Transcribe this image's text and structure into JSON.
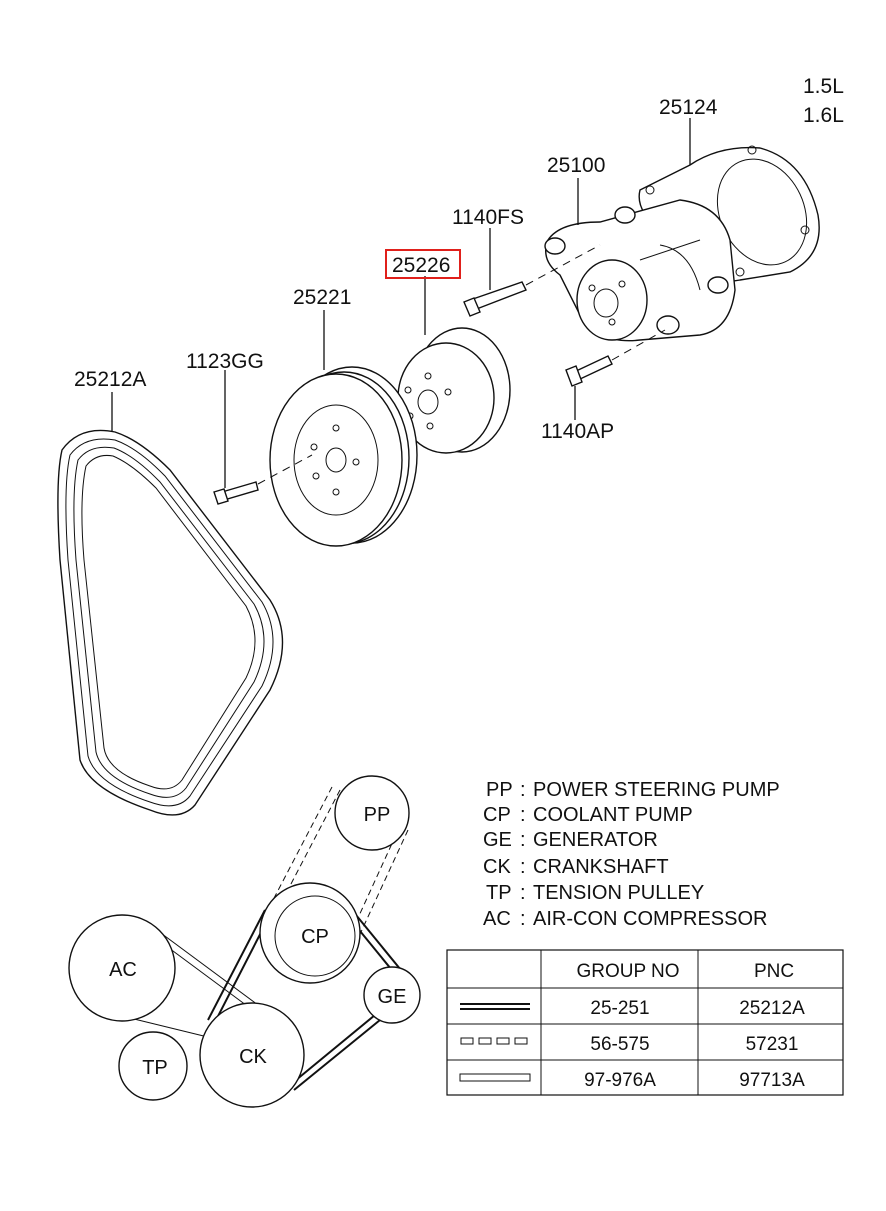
{
  "engine_labels": [
    "1.5L",
    "1.6L"
  ],
  "part_numbers": {
    "gasket": "25124",
    "water_pump": "25100",
    "bolt_top": "1140FS",
    "pulley_small": "25226",
    "pulley_large": "25221",
    "bolt_pulley": "1123GG",
    "bolt_side": "1140AP",
    "belt": "25212A"
  },
  "highlight_color": "#e0201b",
  "legend": [
    {
      "code": "PP",
      "desc": "POWER STEERING PUMP"
    },
    {
      "code": "CP",
      "desc": "COOLANT PUMP"
    },
    {
      "code": "GE",
      "desc": "GENERATOR"
    },
    {
      "code": "CK",
      "desc": "CRANKSHAFT"
    },
    {
      "code": "TP",
      "desc": "TENSION PULLEY"
    },
    {
      "code": "AC",
      "desc": "AIR-CON COMPRESSOR"
    }
  ],
  "pulleys": {
    "pp": "PP",
    "cp": "CP",
    "ge": "GE",
    "ac": "AC",
    "tp": "TP",
    "ck": "CK"
  },
  "table": {
    "headers": [
      "",
      "GROUP NO",
      "PNC"
    ],
    "rows": [
      {
        "line": "double-solid",
        "group": "25-251",
        "pnc": "25212A"
      },
      {
        "line": "dashed",
        "group": "56-575",
        "pnc": "57231"
      },
      {
        "line": "hollow",
        "group": "97-976A",
        "pnc": "97713A"
      }
    ]
  }
}
